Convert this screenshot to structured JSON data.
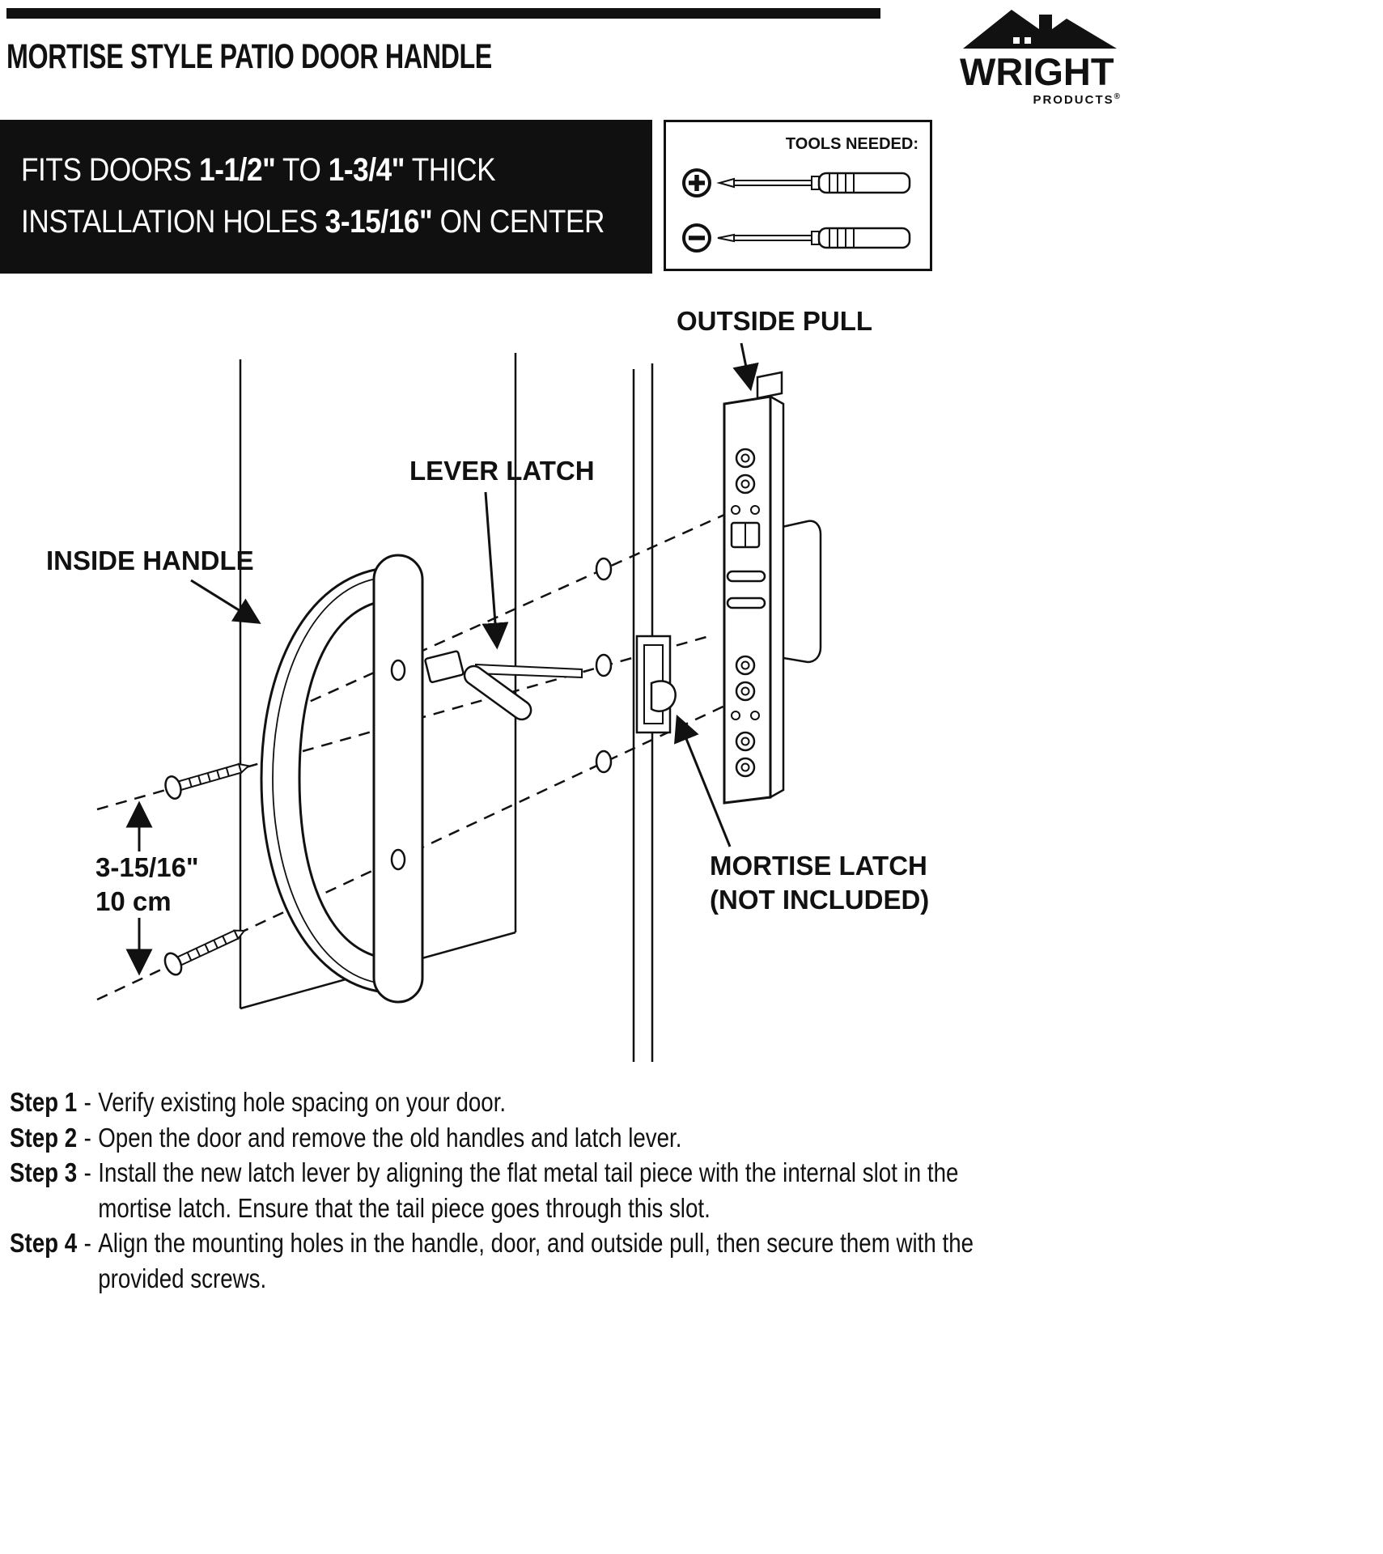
{
  "header": {
    "title": "MORTISE STYLE PATIO DOOR HANDLE",
    "logo": {
      "brand": "WRIGHT",
      "sub": "PRODUCTS",
      "reg": "®"
    }
  },
  "banner": {
    "line1": {
      "t1": "FITS DOORS ",
      "b1": "1-1/2\"",
      "t2": " TO ",
      "b2": "1-3/4\"",
      "t3": " THICK"
    },
    "line2": {
      "t1": "INSTALLATION HOLES ",
      "b1": "3-15/16\"",
      "t2": " ON CENTER"
    }
  },
  "tools": {
    "label": "TOOLS NEEDED:"
  },
  "diagram": {
    "outside_pull": "OUTSIDE PULL",
    "lever_latch": "LEVER LATCH",
    "inside_handle": "INSIDE HANDLE",
    "mortise_latch_1": "MORTISE LATCH",
    "mortise_latch_2": "(NOT INCLUDED)",
    "dim_in": "3-15/16\"",
    "dim_cm": "10 cm"
  },
  "steps": {
    "separator": "-",
    "items": [
      {
        "label": "Step 1",
        "lines": [
          "Verify existing hole spacing on your door."
        ]
      },
      {
        "label": "Step 2",
        "lines": [
          "Open the door and remove the old handles and latch lever."
        ]
      },
      {
        "label": "Step 3",
        "lines": [
          "Install the new latch lever by aligning the flat metal tail piece with the internal slot in the",
          "mortise latch. Ensure that the tail piece goes through this slot."
        ]
      },
      {
        "label": "Step 4",
        "lines": [
          "Align the mounting holes in the handle, door, and outside pull, then secure them with the",
          "provided screws."
        ]
      }
    ]
  },
  "colors": {
    "ink": "#111111",
    "banner_bg": "#101010",
    "banner_text": "#ffffff"
  }
}
